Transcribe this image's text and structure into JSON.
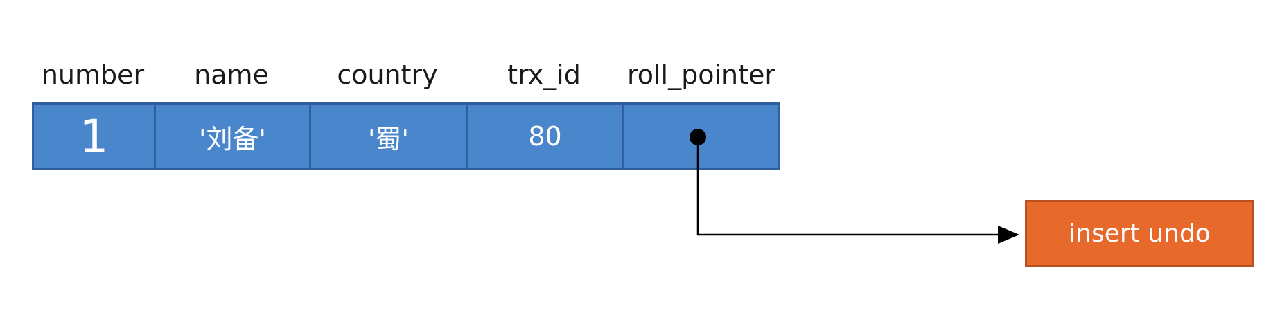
{
  "headers": {
    "number": "number",
    "name": "name",
    "country": "country",
    "trx_id": "trx_id",
    "roll_pointer": "roll_pointer"
  },
  "record": {
    "number": "1",
    "name": "'刘备'",
    "country": "'蜀'",
    "trx_id": "80",
    "roll_pointer": ""
  },
  "undo_log": {
    "label": "insert undo"
  },
  "colors": {
    "record_fill": "#4a86cc",
    "record_border": "#2f5f9c",
    "undo_fill": "#e8692c",
    "undo_border": "#b9501f",
    "arrow": "#000000"
  }
}
